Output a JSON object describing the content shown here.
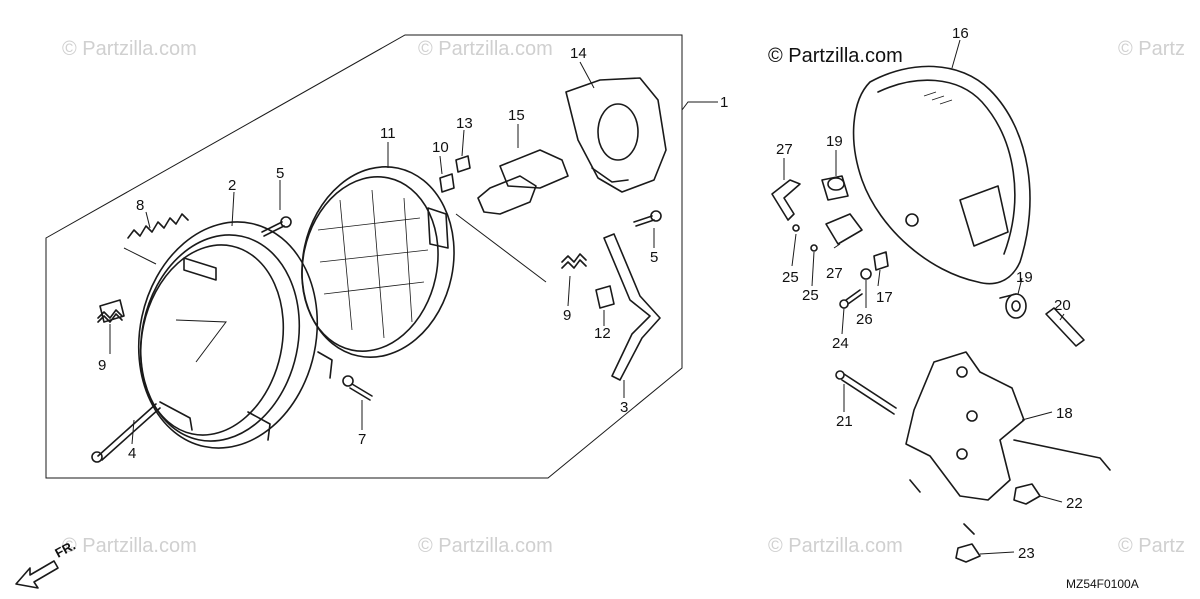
{
  "diagram": {
    "watermark_text": "© Partzilla.com",
    "watermark_partial": "© Partz",
    "brand_watermark": "© Partzilla.com",
    "diagram_code": "MZ54F0100A",
    "direction_label": "FR.",
    "colors": {
      "line": "#1a1a1a",
      "watermark": "#d0d0d0",
      "background": "#ffffff"
    },
    "part_numbers": {
      "p1": "1",
      "p2": "2",
      "p3": "3",
      "p4": "4",
      "p5a": "5",
      "p5b": "5",
      "p7": "7",
      "p8": "8",
      "p9a": "9",
      "p9b": "9",
      "p10": "10",
      "p11": "11",
      "p12": "12",
      "p13": "13",
      "p14": "14",
      "p15": "15",
      "p16": "16",
      "p17": "17",
      "p18": "18",
      "p19a": "19",
      "p19b": "19",
      "p20": "20",
      "p21": "21",
      "p22": "22",
      "p23": "23",
      "p24": "24",
      "p25a": "25",
      "p25b": "25",
      "p26": "26",
      "p27a": "27",
      "p27b": "27"
    }
  }
}
